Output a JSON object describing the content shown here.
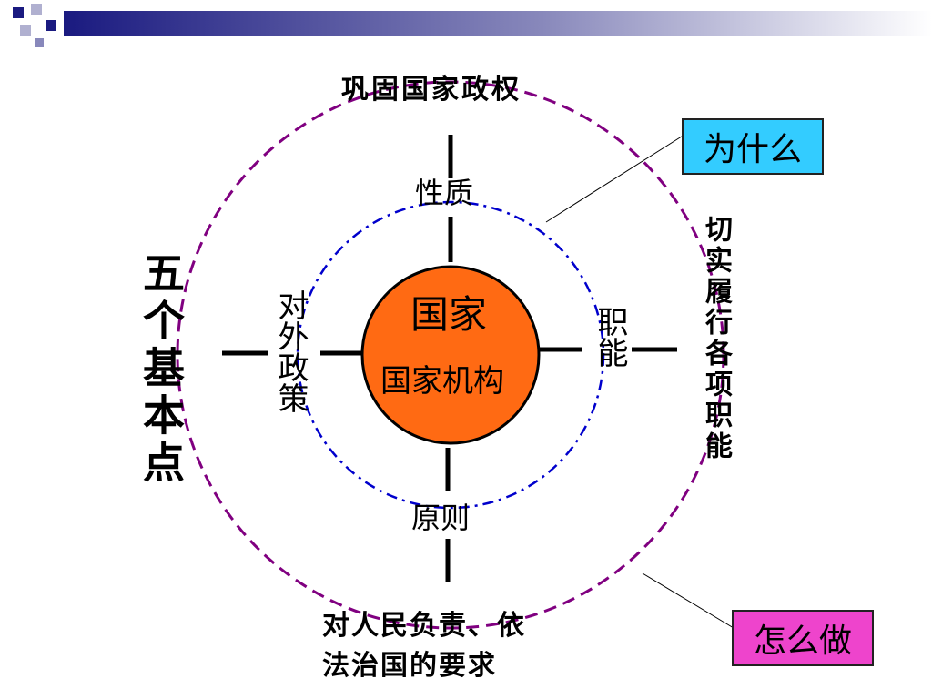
{
  "diagram": {
    "center": {
      "line1": "国家",
      "line2": "国家机构"
    },
    "inner_labels": {
      "nature": "性质",
      "principle": "原则",
      "foreign_policy": "对外政策",
      "function": "职能"
    },
    "outer_labels": {
      "top": "巩固国家政权",
      "left": "五个基本点",
      "right": "切实履行各项职能",
      "bottom_line1": "对人民负责、依",
      "bottom_line2": "法治国的要求"
    },
    "callouts": {
      "why": "为什么",
      "how": "怎么做"
    },
    "colors": {
      "center_fill": "#ff6a13",
      "outer_ring": "#800080",
      "inner_ring": "#0000cc",
      "why_box": "#33ccff",
      "how_box": "#ee44cc"
    }
  }
}
